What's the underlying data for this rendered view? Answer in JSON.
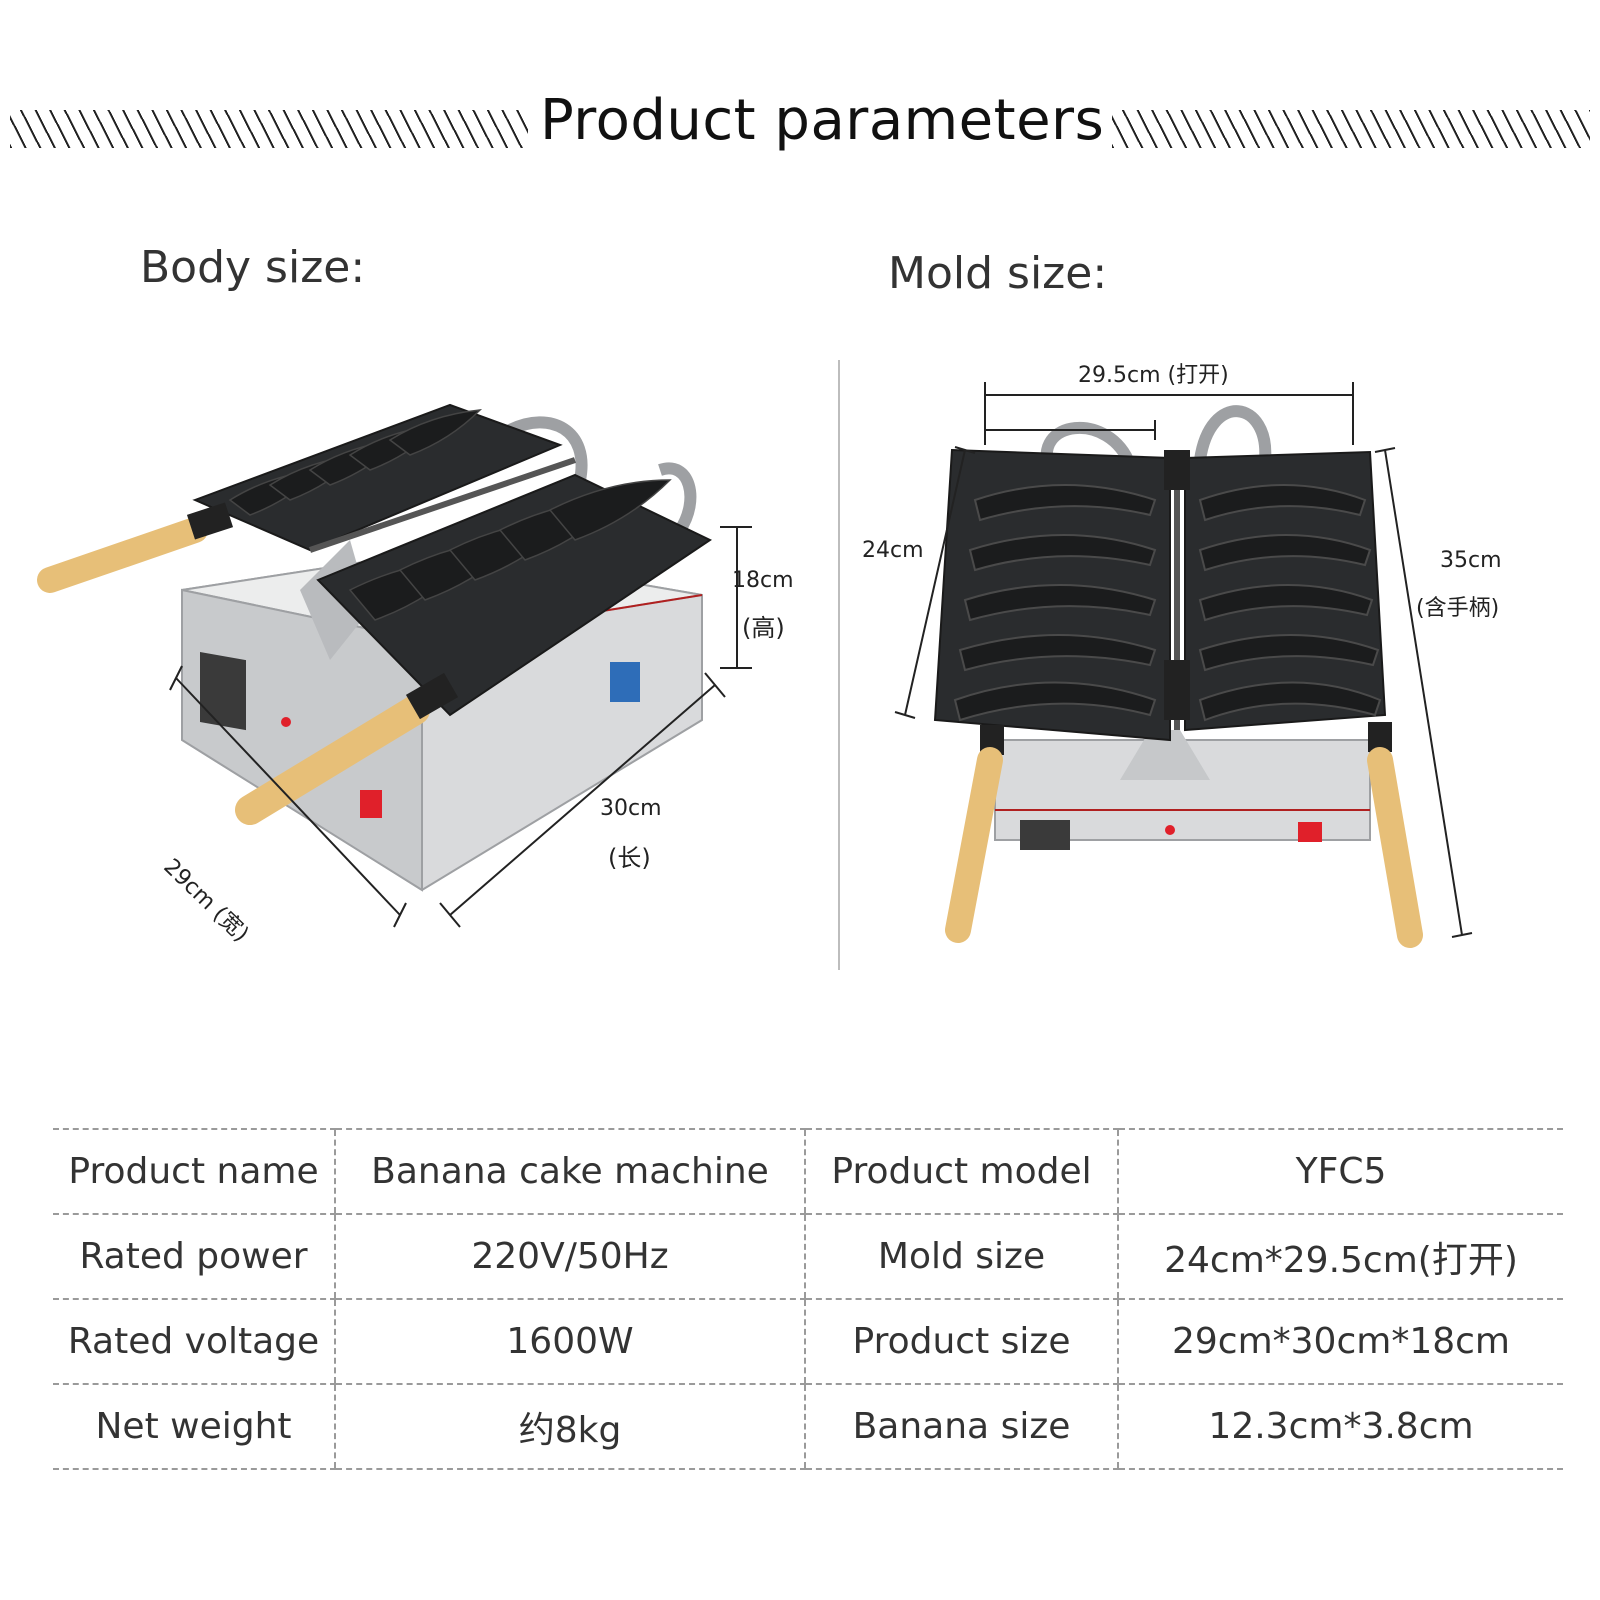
{
  "header": {
    "title": "Product parameters"
  },
  "body_size": {
    "label": "Body size:",
    "height": "18cm",
    "height_note": "(高)",
    "length": "30cm",
    "length_note": "(长)",
    "width": "29cm (宽)"
  },
  "mold_size": {
    "label": "Mold size:",
    "open_width": "29.5cm (打开)",
    "height": "24cm",
    "total_length": "35cm",
    "total_note": "(含手柄)"
  },
  "colors": {
    "plate": "#2a2c2e",
    "steel": "#d9dadc",
    "handle": "#e7bf78",
    "switch": "#e0202a"
  },
  "specs": {
    "rows": [
      [
        "Product name",
        "Banana cake machine",
        "Product model",
        "YFC5"
      ],
      [
        "Rated power",
        "220V/50Hz",
        "Mold size",
        "24cm*29.5cm(打开)"
      ],
      [
        "Rated voltage",
        "1600W",
        "Product size",
        "29cm*30cm*18cm"
      ],
      [
        "Net weight",
        "约8kg",
        "Banana size",
        "12.3cm*3.8cm"
      ]
    ]
  }
}
